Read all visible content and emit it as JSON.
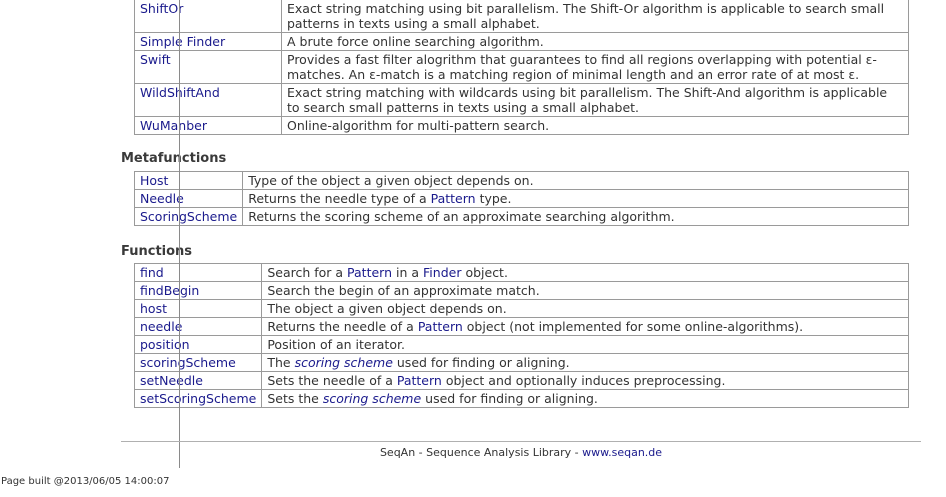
{
  "algorithms": [
    {
      "name": "ShiftOr",
      "desc": "Exact string matching using bit parallelism. The Shift-Or algorithm is applicable to search small patterns in texts using a small alphabet."
    },
    {
      "name": "Simple Finder",
      "desc": "A brute force online searching algorithm."
    },
    {
      "name": "Swift",
      "desc": "Provides a fast filter alogrithm that guarantees to find all regions overlapping with potential ε-matches. An ε-match is a matching region of minimal length and an error rate of at most ε."
    },
    {
      "name": "WildShiftAnd",
      "desc": "Exact string matching with wildcards using bit parallelism. The Shift-And algorithm is applicable to search small patterns in texts using a small alphabet."
    },
    {
      "name": "WuManber",
      "desc": "Online-algorithm for multi-pattern search."
    }
  ],
  "metafunctions": {
    "title": "Metafunctions",
    "rows": [
      {
        "name": "Host",
        "desc": [
          {
            "t": "Type of the object a given object depends on."
          }
        ]
      },
      {
        "name": "Needle",
        "desc": [
          {
            "t": "Returns the needle type of a "
          },
          {
            "t": "Pattern",
            "link": true
          },
          {
            "t": " type."
          }
        ]
      },
      {
        "name": "ScoringScheme",
        "desc": [
          {
            "t": "Returns the scoring scheme of an approximate searching algorithm."
          }
        ]
      }
    ]
  },
  "functions": {
    "title": "Functions",
    "rows": [
      {
        "name": "find",
        "desc": [
          {
            "t": "Search for a "
          },
          {
            "t": "Pattern",
            "link": true
          },
          {
            "t": " in a "
          },
          {
            "t": "Finder",
            "link": true
          },
          {
            "t": " object."
          }
        ]
      },
      {
        "name": "findBegin",
        "desc": [
          {
            "t": "Search the begin of an approximate match."
          }
        ]
      },
      {
        "name": "host",
        "desc": [
          {
            "t": "The object a given object depends on."
          }
        ]
      },
      {
        "name": "needle",
        "desc": [
          {
            "t": "Returns the needle of a "
          },
          {
            "t": "Pattern",
            "link": true
          },
          {
            "t": " object (not implemented for some online-algorithms)."
          }
        ]
      },
      {
        "name": "position",
        "desc": [
          {
            "t": "Position of an iterator."
          }
        ]
      },
      {
        "name": "scoringScheme",
        "desc": [
          {
            "t": "The "
          },
          {
            "t": "scoring scheme",
            "link": true,
            "italic": true
          },
          {
            "t": " used for finding or aligning."
          }
        ]
      },
      {
        "name": "setNeedle",
        "desc": [
          {
            "t": "Sets the needle of a "
          },
          {
            "t": "Pattern",
            "link": true
          },
          {
            "t": " object and optionally induces preprocessing."
          }
        ]
      },
      {
        "name": "setScoringScheme",
        "desc": [
          {
            "t": "Sets the "
          },
          {
            "t": "scoring scheme",
            "link": true,
            "italic": true
          },
          {
            "t": " used for finding or aligning."
          }
        ]
      }
    ]
  },
  "footer": {
    "text": "SeqAn - Sequence Analysis Library - ",
    "link": "www.seqan.de"
  },
  "page_built": "Page built @2013/06/05 14:00:07",
  "colors": {
    "link": "#1a1a8c",
    "border": "#9a9a9a",
    "text": "#333333"
  }
}
